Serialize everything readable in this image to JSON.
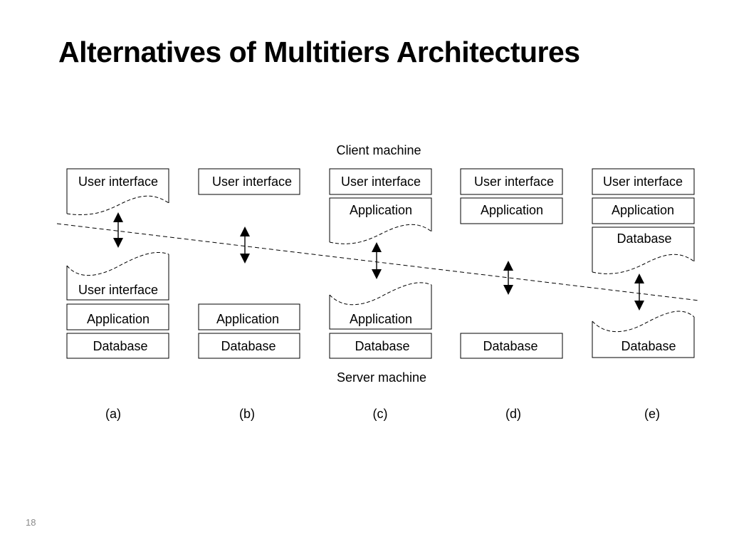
{
  "slide": {
    "title": "Alternatives of Multitiers Architectures",
    "page_number": "18"
  },
  "diagram": {
    "client_label": "Client machine",
    "server_label": "Server machine",
    "configurations": [
      {
        "caption": "(a)",
        "client": [
          "User interface"
        ],
        "server": [
          "User interface",
          "Application",
          "Database"
        ]
      },
      {
        "caption": "(b)",
        "client": [
          "User interface"
        ],
        "server": [
          "Application",
          "Database"
        ]
      },
      {
        "caption": "(c)",
        "client": [
          "User interface",
          "Application"
        ],
        "server": [
          "Application",
          "Database"
        ]
      },
      {
        "caption": "(d)",
        "client": [
          "User interface",
          "Application"
        ],
        "server": [
          "Database"
        ]
      },
      {
        "caption": "(e)",
        "client": [
          "User interface",
          "Application",
          "Database"
        ],
        "server": [
          "Database"
        ]
      }
    ]
  }
}
